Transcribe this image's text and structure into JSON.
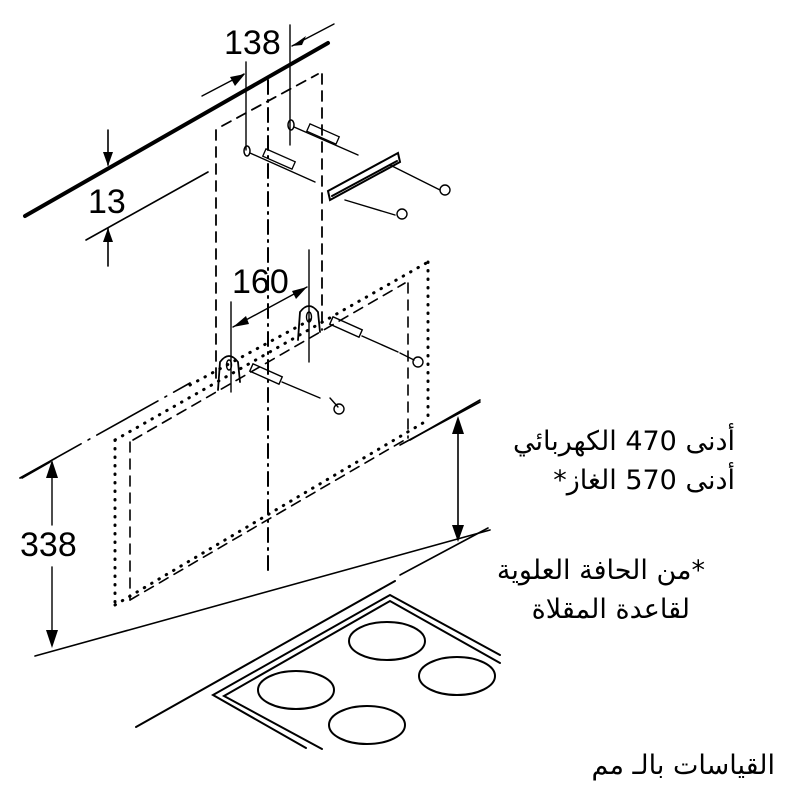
{
  "diagram": {
    "title": "Wall-mounted cooker hood installation dimensions",
    "colors": {
      "line": "#000000",
      "background": "#ffffff"
    },
    "dimensions": {
      "top_bracket_offset": "138",
      "line_offset": "13",
      "hook_spacing": "160",
      "hood_height": "338"
    },
    "notes": {
      "min_electric": "أدنى 470 الكهربائي",
      "min_gas": "أدنى 570 الغاز*",
      "reference_line1": "*من الحافة العلوية",
      "reference_line2": "لقاعدة المقلاة",
      "units": "القياسات بالـ مم"
    },
    "components": {
      "wall_line": "wall-edge",
      "chimney_outline": "dashed-chimney",
      "center_axis": "dash-dot-centerline",
      "hood_body": "dotted-hood-outline",
      "upper_bracket": "chimney-bracket",
      "hooks": [
        "left-hook",
        "right-hook"
      ],
      "screws_with_plugs": 4,
      "cooktop_burners": 4
    }
  }
}
